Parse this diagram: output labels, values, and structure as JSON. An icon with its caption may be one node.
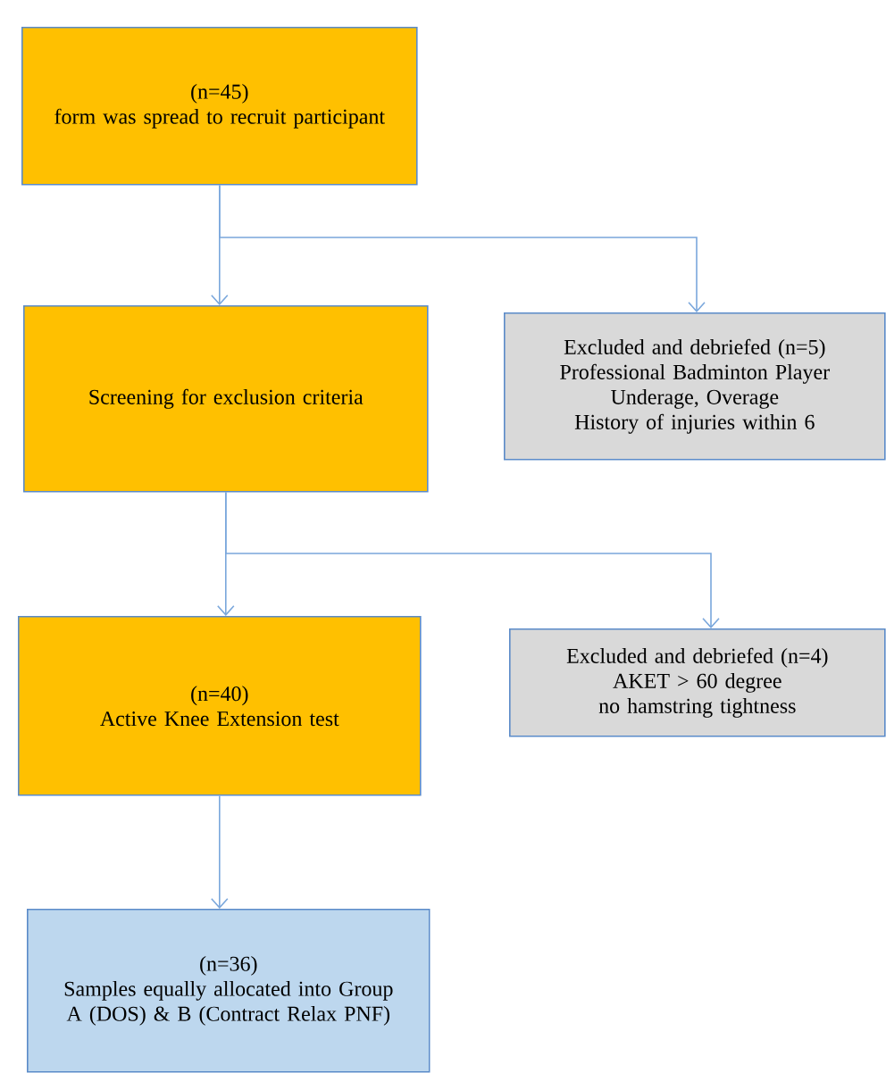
{
  "diagram": {
    "nodes": [
      {
        "text": [
          "(n=45)",
          "form was spread to recruit participant"
        ]
      },
      {
        "text": [
          "Screening for exclusion criteria"
        ]
      },
      {
        "text": [
          "Excluded and debriefed (n=5)",
          "Professional Badminton Player",
          "Underage, Overage",
          "History of injuries within 6"
        ]
      },
      {
        "text": [
          "(n=40)",
          "Active Knee Extension test"
        ]
      },
      {
        "text": [
          "Excluded and debriefed (n=4)",
          "AKET > 60 degree",
          "no hamstring tightness"
        ]
      },
      {
        "text": [
          "(n=36)",
          "Samples equally allocated into Group A (DOS) & B (Contract Relax PNF)"
        ]
      }
    ],
    "edges": [
      {
        "from": 0,
        "to": 1,
        "arrow": "to"
      },
      {
        "from": 0,
        "to": 2,
        "arrow": "to"
      },
      {
        "from": 1,
        "to": 3,
        "arrow": "to"
      },
      {
        "from": 1,
        "to": 4,
        "arrow": "to"
      },
      {
        "from": 3,
        "to": 5,
        "arrow": "to"
      }
    ]
  }
}
